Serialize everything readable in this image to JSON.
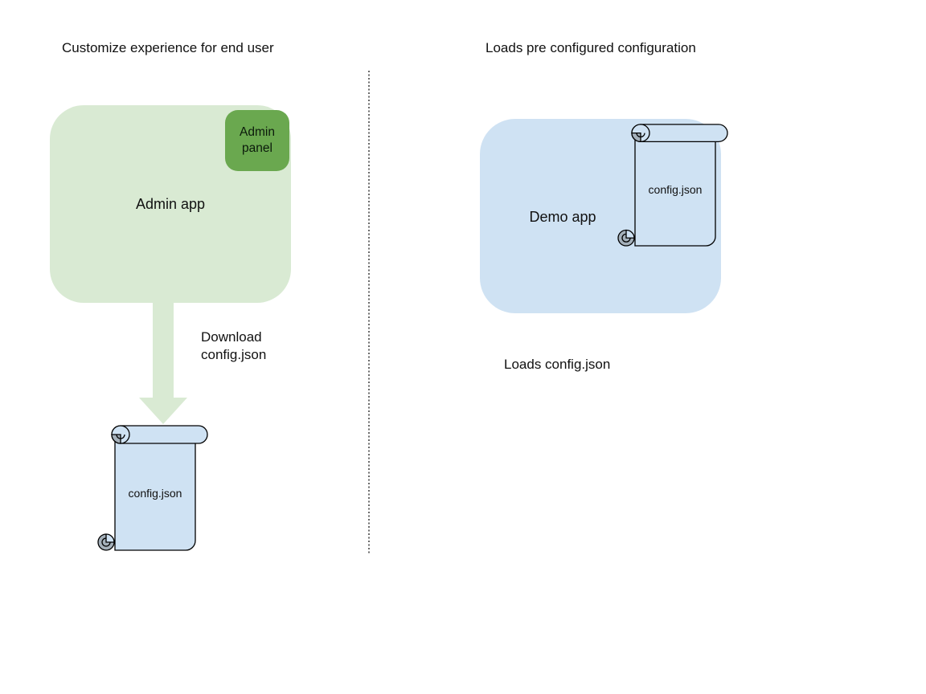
{
  "colors": {
    "light_green": "#d9ead3",
    "dark_green": "#6aa84f",
    "light_blue": "#cfe2f3",
    "curl_gray": "#a4b0ba",
    "divider_gray": "#6a6a6a",
    "text": "#111111"
  },
  "left_panel": {
    "title": "Customize experience for end user",
    "admin_app_label": "Admin app",
    "admin_panel_label": "Admin panel",
    "arrow_caption_line1": "Download",
    "arrow_caption_line2": "config.json",
    "file_label": "config.json"
  },
  "right_panel": {
    "title": "Loads pre configured configuration",
    "demo_app_label": "Demo app",
    "file_label": "config.json",
    "caption": "Loads config.json"
  }
}
